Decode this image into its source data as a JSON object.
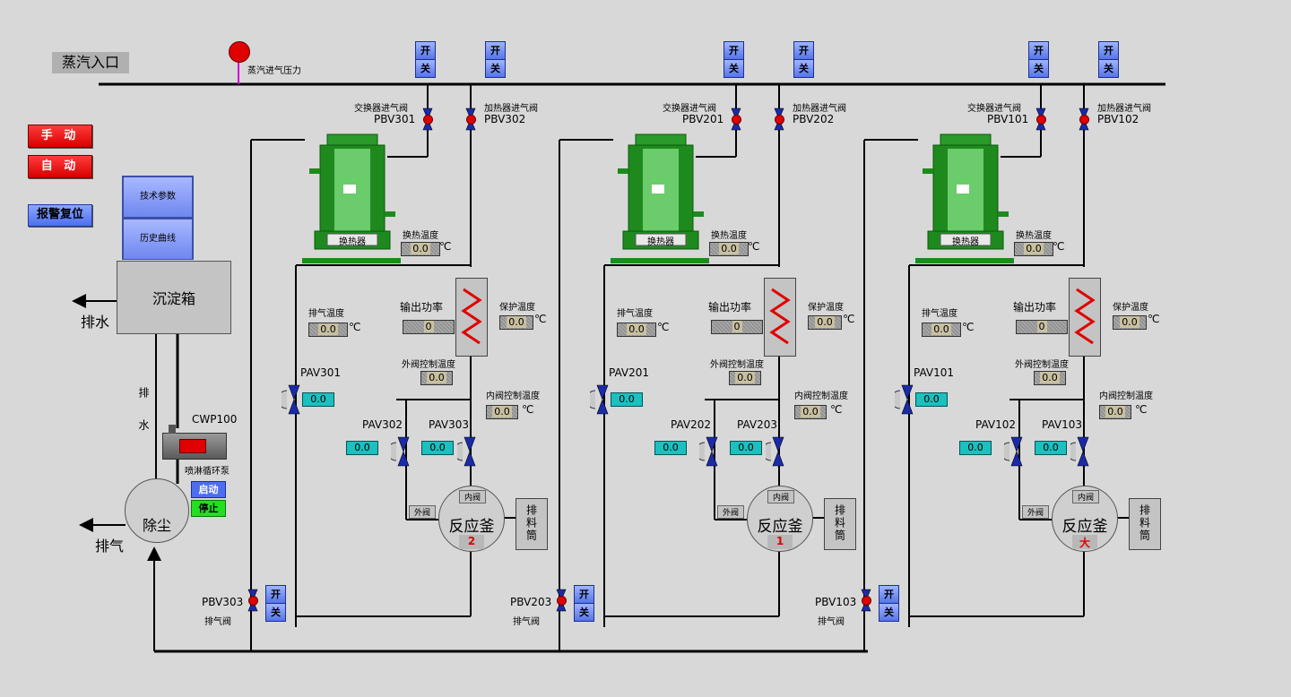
{
  "steam_inlet": "蒸汽入口",
  "steam_pressure": "蒸汽进气压力",
  "mode": {
    "manual": "手 动",
    "auto": "自 动",
    "alarm_reset": "报警复位"
  },
  "panel": {
    "tech_params": "技术参数",
    "history": "历史曲线"
  },
  "settle_tank": "沉淀箱",
  "drain": "排水",
  "drain_vertical": "排 水",
  "dust": "除尘",
  "exhaust": "排气",
  "pump": {
    "id": "CWP100",
    "label": "喷淋循环泵",
    "start": "启动",
    "stop": "停止"
  },
  "onoff": {
    "on": "开",
    "off": "关"
  },
  "common": {
    "exchanger_valve": "交换器进气阀",
    "heater_valve": "加热器进气阀",
    "exchanger": "换热器",
    "exchange_temp": "换热温度",
    "output_power": "输出功率",
    "protect_temp": "保护温度",
    "exhaust_temp": "排气温度",
    "outer_ctrl_temp": "外阀控制温度",
    "inner_ctrl_temp": "内阀控制温度",
    "inner_valve": "内阀",
    "outer_valve": "外阀",
    "reactor": "反应釜",
    "discharge": "排料筒",
    "exhaust_valve": "排气阀",
    "unit": "℃",
    "temp_value": "0.0",
    "power_value": "0"
  },
  "units": [
    {
      "pbv_a": "PBV301",
      "pbv_b": "PBV302",
      "pav_main": "PAV301",
      "pav_out": "PAV302",
      "pav_in": "PAV303",
      "pbv_ex": "PBV303",
      "reactor_no": "2"
    },
    {
      "pbv_a": "PBV201",
      "pbv_b": "PBV202",
      "pav_main": "PAV201",
      "pav_out": "PAV202",
      "pav_in": "PAV203",
      "pbv_ex": "PBV203",
      "reactor_no": "1"
    },
    {
      "pbv_a": "PBV101",
      "pbv_b": "PBV102",
      "pav_main": "PAV101",
      "pav_out": "PAV102",
      "pav_in": "PAV103",
      "pbv_ex": "PBV103",
      "reactor_no": "大"
    }
  ]
}
